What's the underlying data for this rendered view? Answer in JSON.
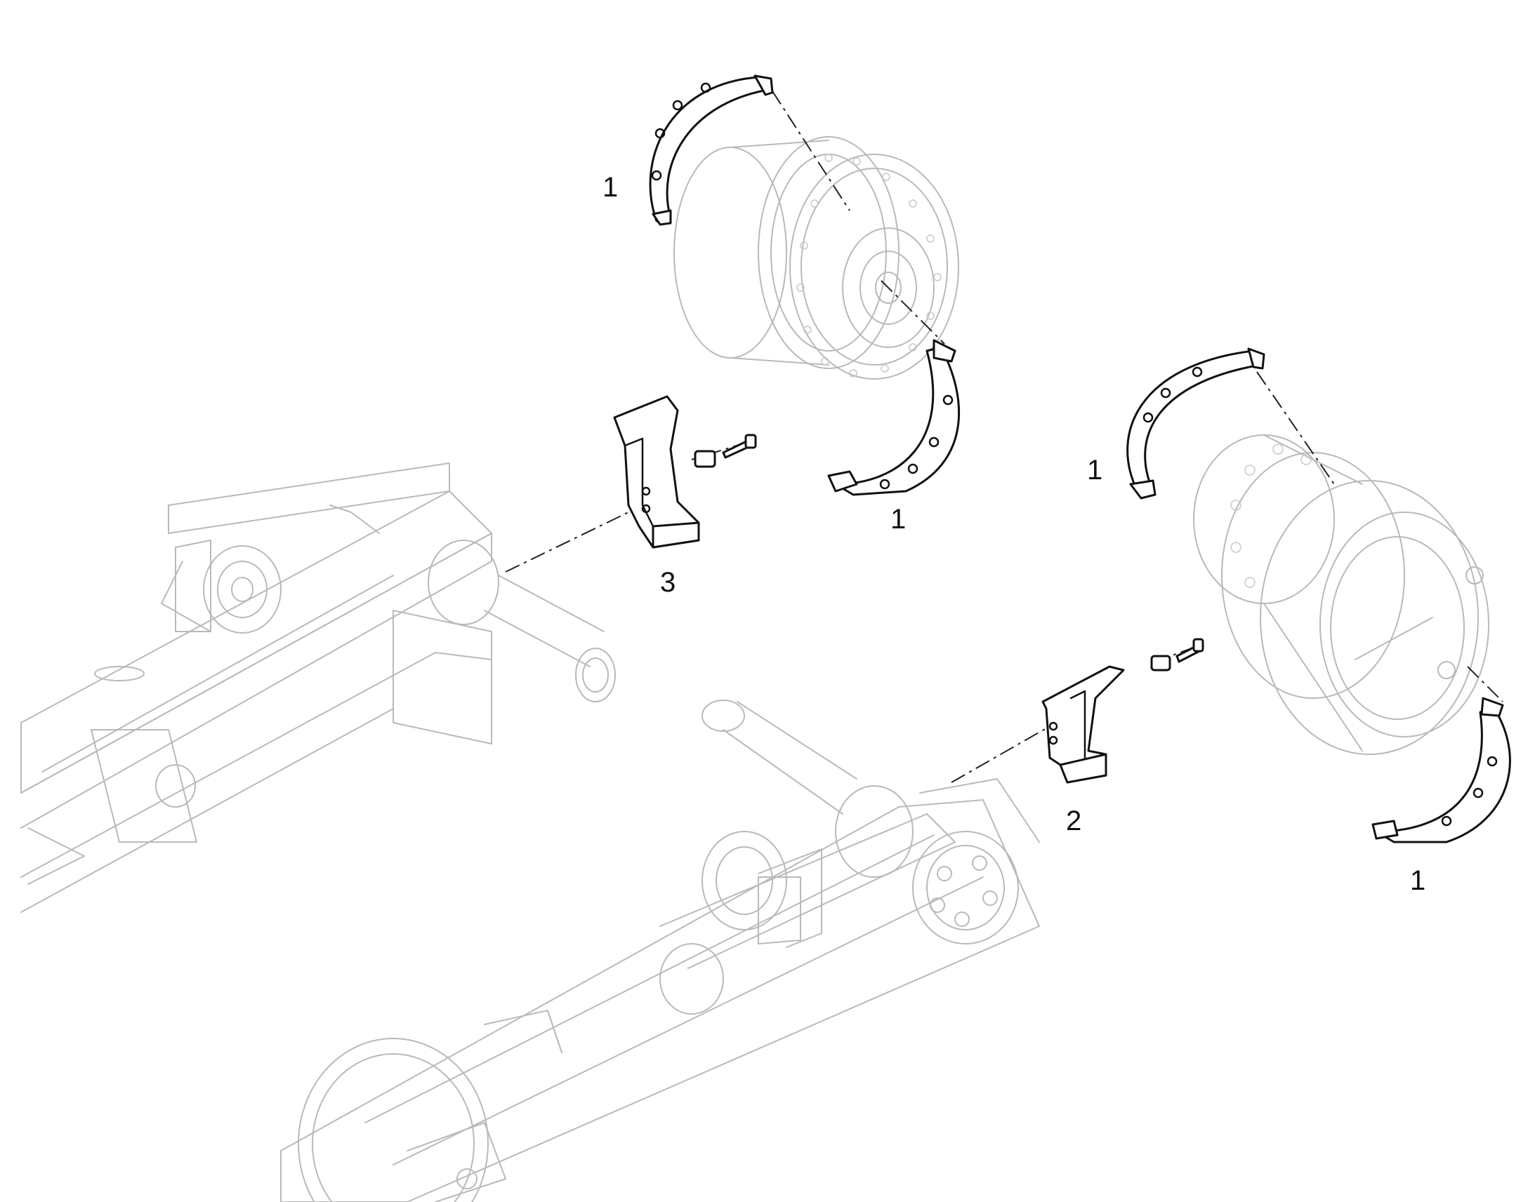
{
  "callouts": {
    "ring_top_left": "1",
    "ring_top_lower": "1",
    "ring_right_upper": "1",
    "ring_right_lower": "1",
    "bracket_left": "3",
    "bracket_right": "2"
  },
  "colors": {
    "part_stroke": "#111111",
    "context_stroke": "#b9b9b9",
    "background": "#ffffff"
  }
}
